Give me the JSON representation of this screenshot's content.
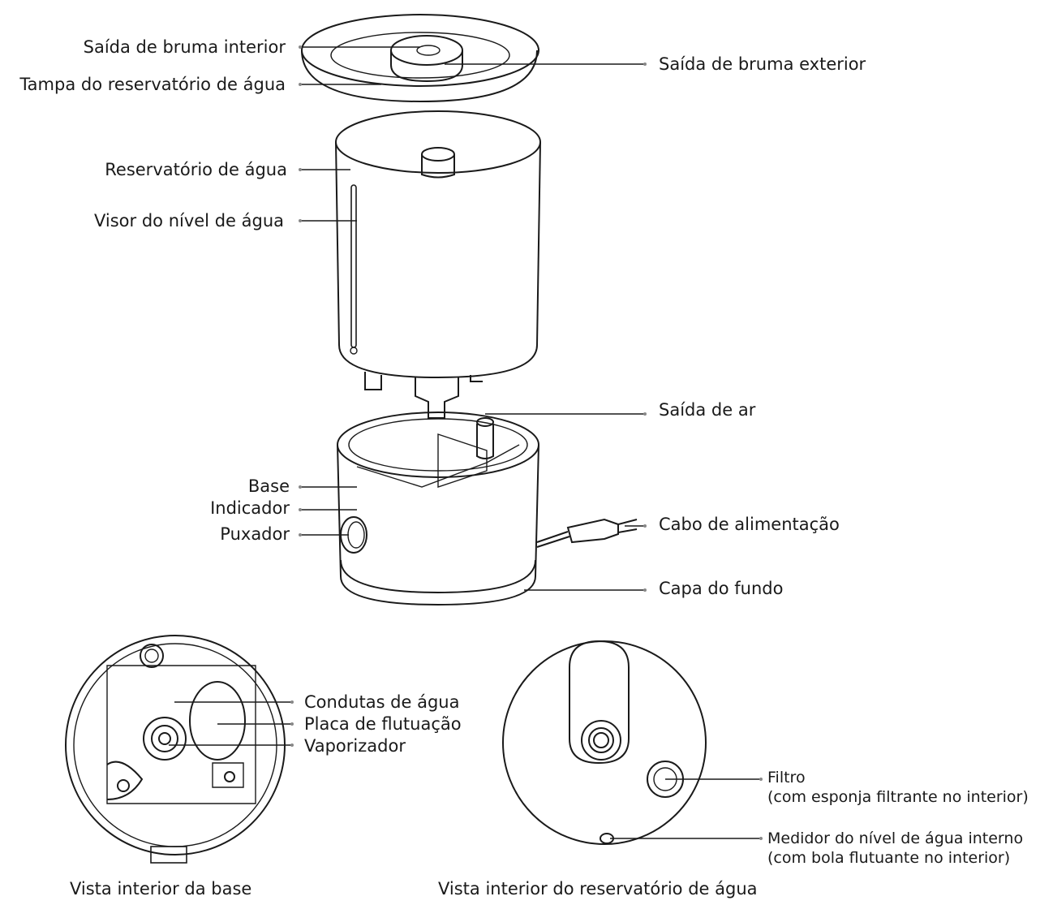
{
  "labels": {
    "inner_mist": "Saída de bruma interior",
    "tank_lid": "Tampa do reservatório de água",
    "outer_mist": "Saída de bruma exterior",
    "tank": "Reservatório de água",
    "level_window": "Visor do nível de água",
    "air_outlet": "Saída de ar",
    "base": "Base",
    "indicator": "Indicador",
    "knob": "Puxador",
    "power_cable": "Cabo de alimentação",
    "bottom_cover": "Capa do fundo",
    "ducts": "Condutas de água",
    "float_plate": "Placa de flutuação",
    "vaporizer": "Vaporizador",
    "filter_1": "Filtro",
    "filter_2": "(com esponja filtrante no interior)",
    "gauge_1": "Medidor do nível de água interno",
    "gauge_2": "(com bola flutuante no interior)"
  },
  "captions": {
    "base_view": "Vista interior da base",
    "tank_view": "Vista interior do reservatório de água"
  }
}
